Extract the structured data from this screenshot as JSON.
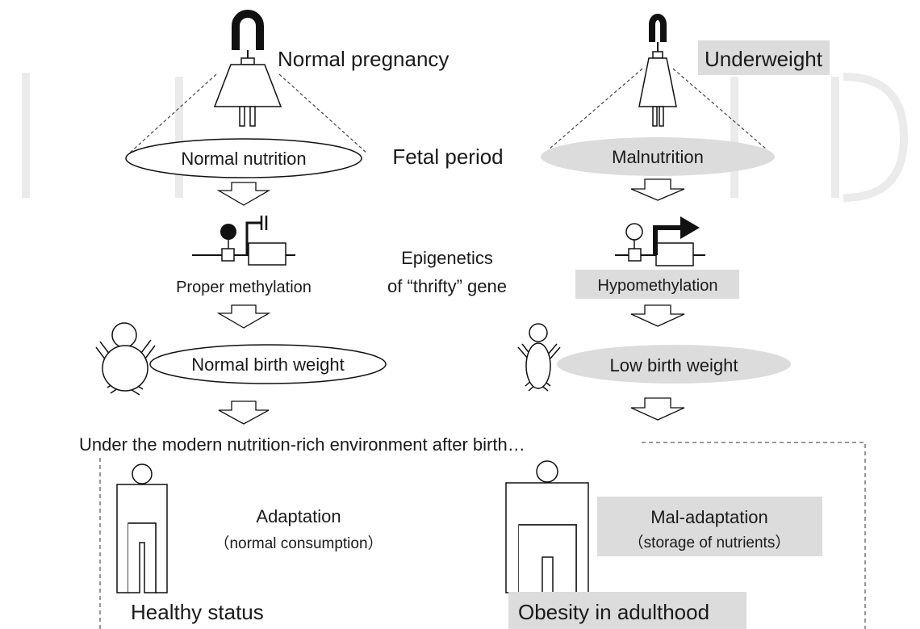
{
  "left": {
    "heading": "Normal pregnancy",
    "nutrition": "Normal nutrition",
    "methylation": "Proper methylation",
    "birth": "Normal birth weight",
    "outcome_label": "Adaptation",
    "outcome_detail": "（normal consumption）",
    "status": "Healthy status"
  },
  "right": {
    "heading": "Underweight",
    "nutrition": "Malnutrition",
    "methylation": "Hypomethylation",
    "birth": "Low birth weight",
    "outcome_label": "Mal-adaptation",
    "outcome_detail": "（storage of nutrients）",
    "status": "Obesity in adulthood"
  },
  "center": {
    "period": "Fetal period",
    "epigenetics_line1": "Epigenetics",
    "epigenetics_line2": "of “thrifty” gene"
  },
  "environment": "Under the modern nutrition-rich environment after birth…",
  "colors": {
    "highlight": "#dcdcdc",
    "line": "#1a1a1a",
    "dashed": "#777777"
  }
}
